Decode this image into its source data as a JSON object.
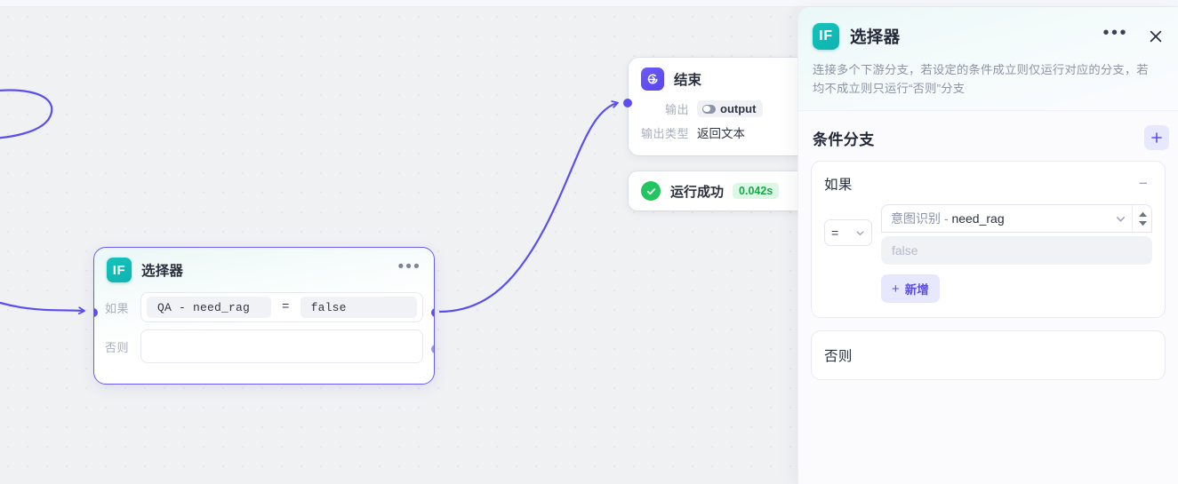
{
  "canvas": {
    "selector_node": {
      "icon_label": "IF",
      "title": "选择器",
      "menu_icon": "ellipsis-icon",
      "rows": [
        {
          "label": "如果",
          "variable": "QA  -  need_rag",
          "operator": "=",
          "value": "false"
        },
        {
          "label": "否则",
          "variable": "",
          "operator": "",
          "value": ""
        }
      ]
    },
    "end_node": {
      "icon_name": "end-arrow-icon",
      "title": "结束",
      "rows": [
        {
          "key": "输出",
          "value": "output",
          "is_badge": true
        },
        {
          "key": "输出类型",
          "value": "返回文本",
          "is_badge": false
        }
      ]
    },
    "status_card": {
      "icon_name": "check-circle-icon",
      "text": "运行成功",
      "duration": "0.042s"
    }
  },
  "panel": {
    "icon_label": "IF",
    "title": "选择器",
    "menu_icon": "ellipsis-icon",
    "close_icon": "close-icon",
    "description_line1": "连接多个下游分支，若设定的条件成立则仅运行对应的分支，若",
    "description_line2": "均不成立则只运行“否则”分支",
    "section": {
      "title": "条件分支",
      "add_icon": "plus-icon"
    },
    "if_branch": {
      "name": "如果",
      "collapse_icon": "minus-icon",
      "operator": "=",
      "operator_caret": "chevron-down-icon",
      "variable_source": "意图识别",
      "variable_separator": "-",
      "variable_field": "need_rag",
      "variable_caret": "chevron-down-icon",
      "spinner_icon": "spinner-updown-icon",
      "value_placeholder": "false",
      "add_label": "新增",
      "add_plus": "+"
    },
    "else_branch": {
      "name": "否则"
    }
  },
  "colors": {
    "accent_purple": "#5b4ef0",
    "teal": "#0eb3b0",
    "success_green": "#22c55e",
    "canvas_bg": "#f0f1f3"
  }
}
